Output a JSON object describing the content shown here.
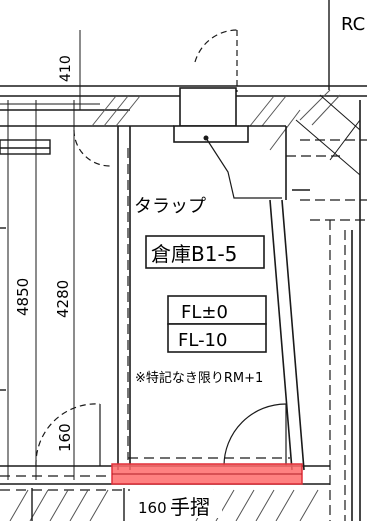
{
  "plan": {
    "labels": {
      "dim_top": "410",
      "corner_code": "RC",
      "trap": "タラップ",
      "room_name": "倉庫B1-5",
      "fl_0": "FL±0",
      "fl_10": "FL-10",
      "note": "※特記なき限りRM+1",
      "dim_4850": "4850",
      "dim_4280": "4280",
      "dim_160_vertical": "160",
      "dim_160_bottom": "160",
      "handrail": "手摺"
    },
    "colors": {
      "line": "#1a1a1a",
      "hatch": "#555555",
      "highlight_fill": "#ff6b6b",
      "highlight_stroke": "#e0303a"
    }
  }
}
